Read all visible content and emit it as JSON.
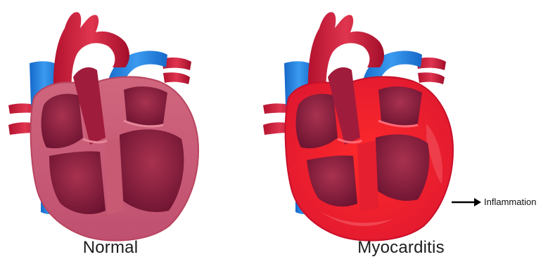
{
  "panels": [
    {
      "caption": "Normal"
    },
    {
      "caption": "Myocarditis"
    }
  ],
  "annotation": {
    "label": "Inflammation"
  },
  "colors": {
    "muscle": "#c2566e",
    "muscle_light": "#dc7c93",
    "cavity": "#8a1e3a",
    "cavity_dark": "#6b1330",
    "vessel_red": "#c21a38",
    "vessel_blue": "#1f7fe0",
    "vessel_blue_light": "#58aef5",
    "inflammation": "#e0141f"
  }
}
